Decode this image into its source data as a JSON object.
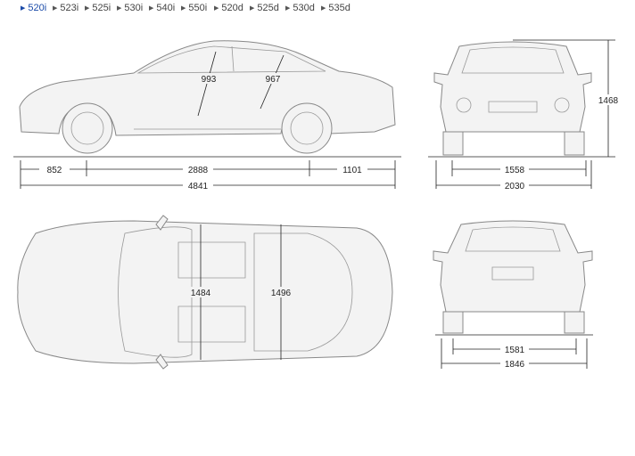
{
  "tabs": [
    {
      "label": "520i",
      "active": true
    },
    {
      "label": "523i"
    },
    {
      "label": "525i"
    },
    {
      "label": "530i"
    },
    {
      "label": "540i"
    },
    {
      "label": "550i"
    },
    {
      "label": "520d"
    },
    {
      "label": "525d"
    },
    {
      "label": "530d"
    },
    {
      "label": "535d"
    }
  ],
  "colors": {
    "active": "#1a4aa8",
    "text": "#444444"
  },
  "dimensions": {
    "side": {
      "front_overhang": "852",
      "wheelbase": "2888",
      "rear_overhang": "1101",
      "length": "4841",
      "front_headroom": "993",
      "rear_headroom": "967"
    },
    "front": {
      "height": "1468",
      "front_track": "1558",
      "width_mirrors": "2030"
    },
    "top": {
      "front_shoulder": "1484",
      "rear_shoulder": "1496"
    },
    "rear": {
      "rear_track": "1581",
      "width": "1846"
    }
  }
}
